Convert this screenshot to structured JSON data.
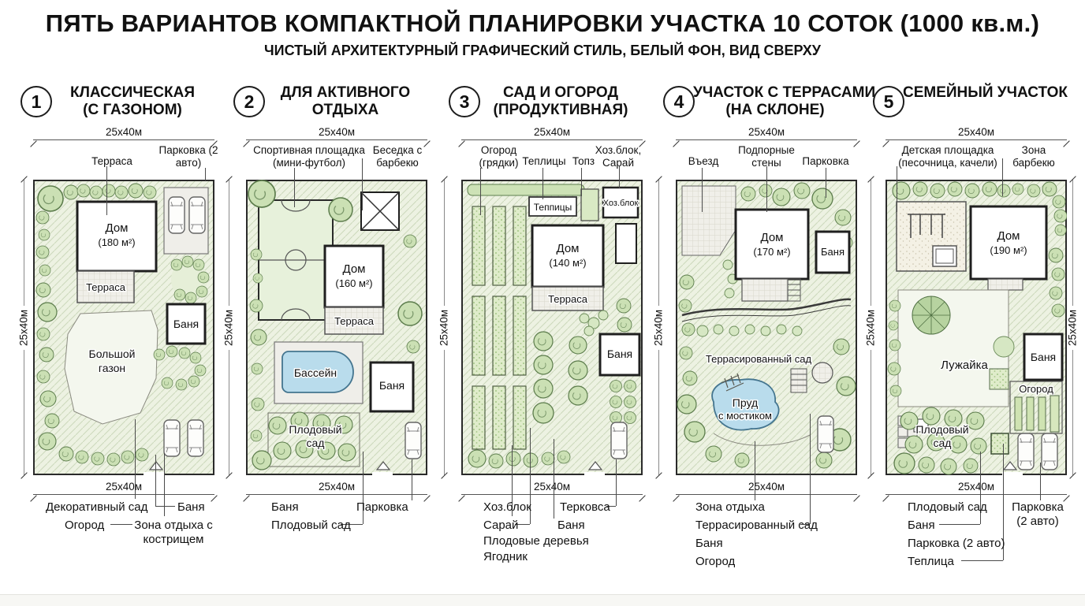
{
  "page": {
    "title": "ПЯТЬ ВАРИАНТОВ КОМПАКТНОЙ ПЛАНИРОВКИ УЧАСТКА 10 СОТОК (1000 кв.м.)",
    "subtitle": "ЧИСТЫЙ АРХИТЕКТУРНЫЙ ГРАФИЧЕСКИЙ СТИЛЬ, БЕЛЫЙ ФОН, ВИД СВЕРХУ"
  },
  "dim": {
    "label": "25x40м"
  },
  "variants": [
    {
      "number": "1",
      "title1": "КЛАССИЧЕСКАЯ",
      "title2": "(С ГАЗОНОМ)",
      "top_labels": [
        "Терраса",
        "Парковка (2 авто)"
      ],
      "plan": {
        "house": "Дом",
        "area": "(180 м²)",
        "terrace": "Терраса",
        "banya": "Баня",
        "lawn1": "Большой",
        "lawn2": "газон"
      },
      "bottom_labels": [
        "Декоративный сад",
        "Огород",
        "Зона отдыха с кострищем",
        "Баня"
      ]
    },
    {
      "number": "2",
      "title1": "ДЛЯ АКТИВНОГО",
      "title2": "ОТДЫХА",
      "top_labels": [
        "Спортивная площадка (мини-футбол)",
        "Беседка с барбекю"
      ],
      "plan": {
        "house": "Дом",
        "area": "(160 м²)",
        "terrace": "Терраса",
        "pool": "Бассейн",
        "banya": "Баня",
        "orchard1": "Плодовый",
        "orchard2": "сад"
      },
      "bottom_labels": [
        "Баня",
        "Плодовый сад",
        "Парковка"
      ]
    },
    {
      "number": "3",
      "title1": "САД И ОГОРОД",
      "title2": "(ПРОДУКТИВНАЯ)",
      "top_labels": [
        "Огород (грядки)",
        "Теплицы",
        "Топз",
        "Хоз.блок, Сарай"
      ],
      "plan": {
        "greenhouse": "Теппицы",
        "shed": "Хоз.блок",
        "house": "Дом",
        "area": "(140 м²)",
        "terrace": "Терраса",
        "banya": "Баня"
      },
      "bottom_labels": [
        "Хоз.блок",
        "Сарай",
        "Баня",
        "Терковса",
        "Плодовые деревья",
        "Ягодник"
      ]
    },
    {
      "number": "4",
      "title1": "УЧАСТОК С ТЕРРАСАМИ",
      "title2": "(НА СКЛОНЕ)",
      "top_labels": [
        "Въезд",
        "Подпорные стены",
        "Парковка"
      ],
      "plan": {
        "house": "Дом",
        "area": "(170 м²)",
        "banya": "Баня",
        "terraced": "Террасированный сад",
        "pond1": "Пруд",
        "pond2": "с мостиком"
      },
      "bottom_labels": [
        "Зона отдыха",
        "Террасированный сад",
        "Баня",
        "Огород"
      ]
    },
    {
      "number": "5",
      "title1": "СЕМЕЙНЫЙ УЧАСТОК",
      "title2": "",
      "top_labels": [
        "Детская площадка (песочница, качели)",
        "Зона барбекю"
      ],
      "plan": {
        "house": "Дом",
        "area": "(190 м²)",
        "lawn": "Лужайка",
        "banya": "Баня",
        "garden": "Огород",
        "orchard1": "Плодовый",
        "orchard2": "сад"
      },
      "bottom_labels": [
        "Плодовый сад",
        "Баня",
        "Парковка (2 авто)",
        "Теплица",
        "Парковка (2 авто)"
      ]
    }
  ]
}
